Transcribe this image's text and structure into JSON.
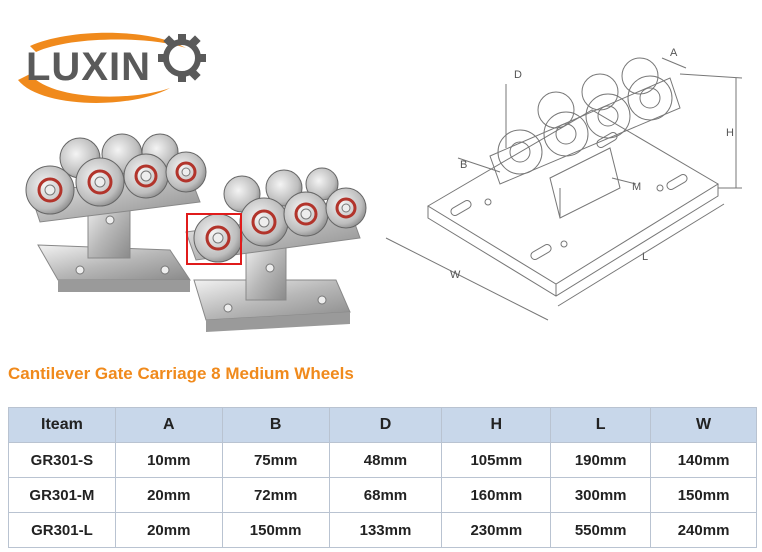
{
  "logo": {
    "text": "LUXIN"
  },
  "diagram_labels": {
    "a": "A",
    "d": "D",
    "h": "H",
    "b": "B",
    "m": "M",
    "l": "L",
    "w": "W"
  },
  "product_title": "Cantilever Gate Carriage 8 Medium Wheels",
  "table": {
    "headers": [
      "Iteam",
      "A",
      "B",
      "D",
      "H",
      "L",
      "W"
    ],
    "rows": [
      [
        "GR301-S",
        "10mm",
        "75mm",
        "48mm",
        "105mm",
        "190mm",
        "140mm"
      ],
      [
        "GR301-M",
        "20mm",
        "72mm",
        "68mm",
        "160mm",
        "300mm",
        "150mm"
      ],
      [
        "GR301-L",
        "20mm",
        "150mm",
        "133mm",
        "230mm",
        "550mm",
        "240mm"
      ]
    ]
  },
  "colors": {
    "orange": "#f08a1c",
    "gray": "#5a5a5a",
    "header_bg": "#c8d7ea",
    "highlight": "#e01b1b"
  }
}
